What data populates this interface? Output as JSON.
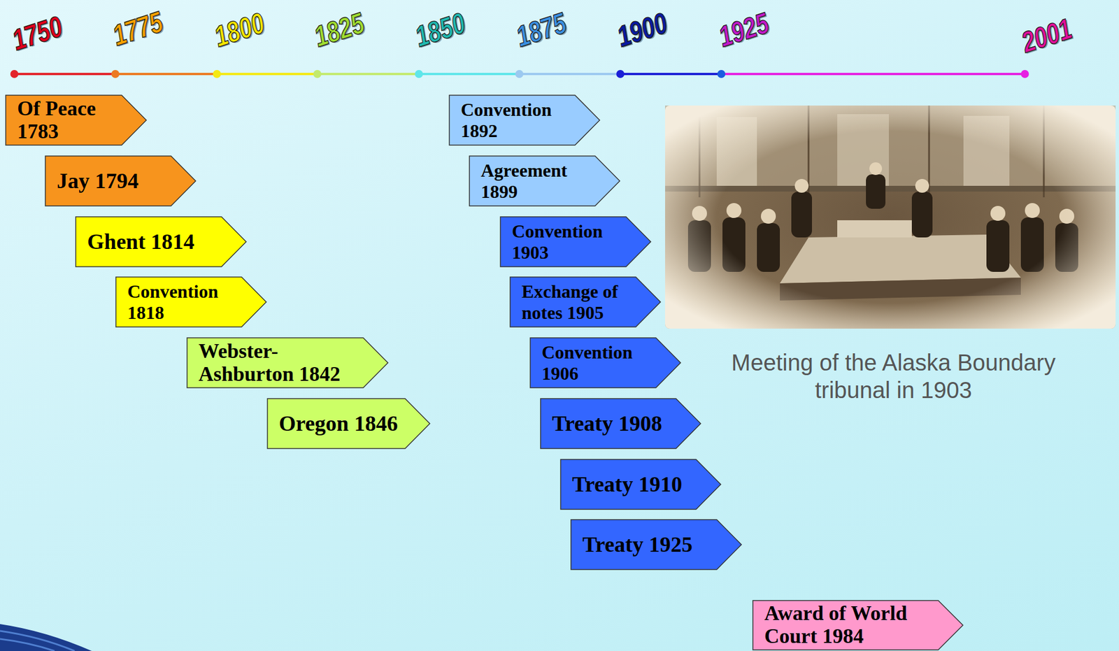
{
  "diagram": {
    "caption": "Meeting of the Alaska Boundary tribunal in 1903",
    "nodes": [
      {
        "text": [
          "Of Peace 1783"
        ]
      },
      {
        "text": [
          "Jay 1794"
        ]
      },
      {
        "text": [
          "Ghent 1814"
        ]
      },
      {
        "text": [
          "Convention 1818"
        ]
      },
      {
        "text": [
          "Webster- Ashburton 1842"
        ]
      },
      {
        "text": [
          "Oregon 1846"
        ]
      },
      {
        "text": [
          "Convention 1892"
        ]
      },
      {
        "text": [
          "Agreement 1899"
        ]
      },
      {
        "text": [
          "Convention 1903"
        ]
      },
      {
        "text": [
          "Exchange of notes 1905"
        ]
      },
      {
        "text": [
          "Convention 1906"
        ]
      },
      {
        "text": [
          "Treaty 1908"
        ]
      },
      {
        "text": [
          "Treaty 1910"
        ]
      },
      {
        "text": [
          "Treaty 1925"
        ]
      },
      {
        "text": [
          "Award of World Court 1984"
        ]
      }
    ],
    "labels": [
      "1750",
      "1775",
      "1800",
      "1825",
      "1850",
      "1875",
      "1900",
      "1925",
      "2001"
    ]
  }
}
